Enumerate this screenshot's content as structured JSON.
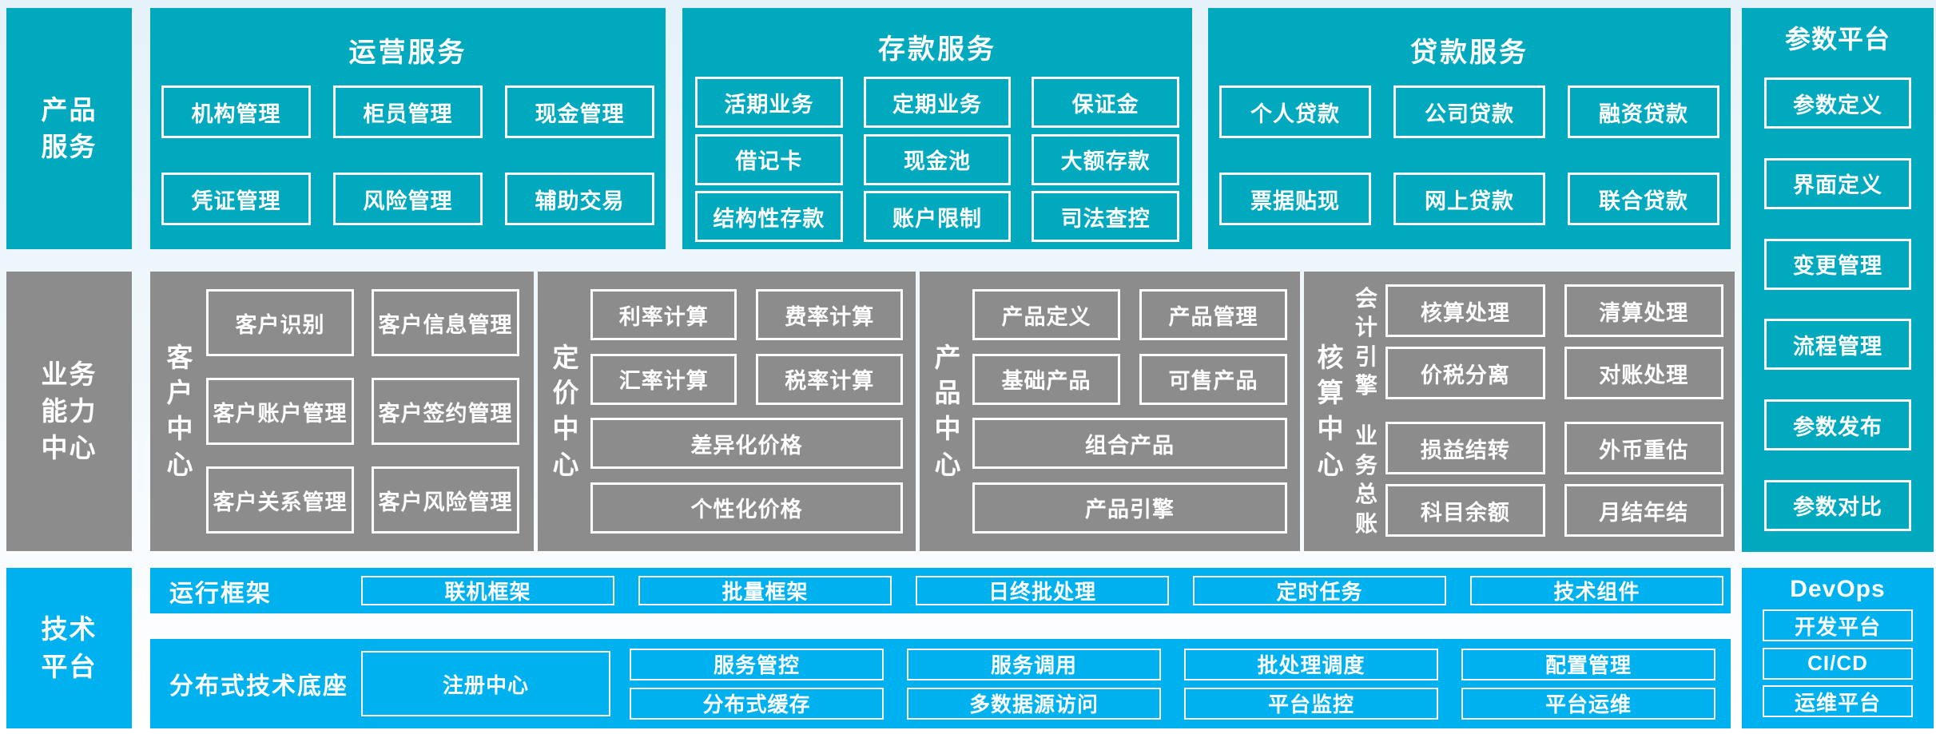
{
  "colors": {
    "teal": "#00A9BE",
    "gray": "#8C8C8C",
    "cyan": "#00B1EF",
    "box_border": "#FFFFFF",
    "background_top": "#E5F2FA"
  },
  "left_rail": {
    "product_services": "产品服务",
    "business_capability": "业务能力中心",
    "technology_platform": "技术平台"
  },
  "product_row": {
    "operations": {
      "title": "运营服务",
      "items": [
        "机构管理",
        "柜员管理",
        "现金管理",
        "凭证管理",
        "风险管理",
        "辅助交易"
      ]
    },
    "deposit": {
      "title": "存款服务",
      "items": [
        "活期业务",
        "定期业务",
        "保证金",
        "借记卡",
        "现金池",
        "大额存款",
        "结构性存款",
        "账户限制",
        "司法查控"
      ]
    },
    "loan": {
      "title": "贷款服务",
      "items": [
        "个人贷款",
        "公司贷款",
        "融资贷款",
        "票据贴现",
        "网上贷款",
        "联合贷款"
      ]
    }
  },
  "parameter_platform": {
    "title": "参数平台",
    "items": [
      "参数定义",
      "界面定义",
      "变更管理",
      "流程管理",
      "参数发布",
      "参数对比"
    ]
  },
  "capability_row": {
    "customer_center": {
      "label": "客户中心",
      "items": [
        "客户识别",
        "客户信息管理",
        "客户账户管理",
        "客户签约管理",
        "客户关系管理",
        "客户风险管理"
      ]
    },
    "pricing_center": {
      "label": "定价中心",
      "items": [
        "利率计算",
        "费率计算",
        "汇率计算",
        "税率计算"
      ],
      "wide_items": [
        "差异化价格",
        "个性化价格"
      ]
    },
    "product_center": {
      "label": "产品中心",
      "items": [
        "产品定义",
        "产品管理",
        "基础产品",
        "可售产品"
      ],
      "wide_items": [
        "组合产品",
        "产品引擎"
      ]
    },
    "accounting_center": {
      "label": "核算中心",
      "groups": [
        {
          "label": "会计引擎",
          "items": [
            "核算处理",
            "清算处理",
            "价税分离",
            "对账处理"
          ]
        },
        {
          "label": "业务总账",
          "items": [
            "损益结转",
            "外币重估",
            "科目余额",
            "月结年结"
          ]
        }
      ]
    }
  },
  "technology_rows": {
    "runtime_framework": {
      "label": "运行框架",
      "items": [
        "联机框架",
        "批量框架",
        "日终批处理",
        "定时任务",
        "技术组件"
      ]
    },
    "distributed_foundation": {
      "label": "分布式技术底座",
      "registry": "注册中心",
      "items": [
        "服务管控",
        "服务调用",
        "批处理调度",
        "配置管理",
        "分布式缓存",
        "多数据源访问",
        "平台监控",
        "平台运维"
      ]
    }
  },
  "devops": {
    "title": "DevOps",
    "items": [
      "开发平台",
      "CI/CD",
      "运维平台"
    ]
  }
}
